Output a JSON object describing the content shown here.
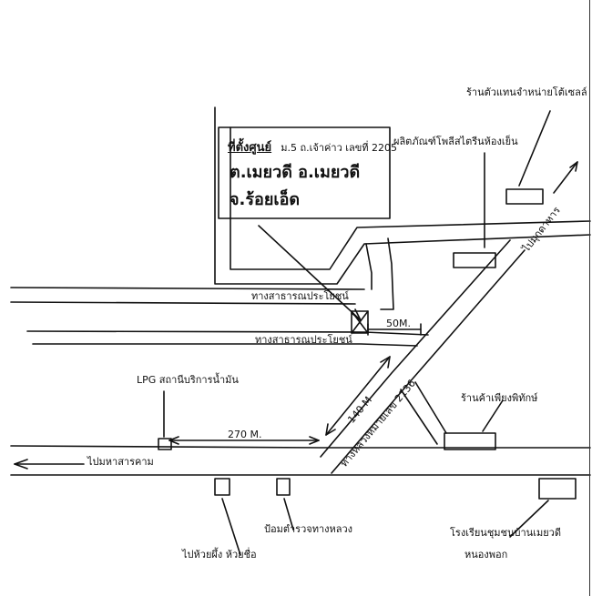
{
  "address_box": {
    "title": "ที่ตั้งศูนย์",
    "moo": "ม.5 ถ.เจ้าค่าว เลขที่ 2205",
    "line1": "ต.เมยวดี อ.เมยวดี",
    "line2": "จ.ร้อยเอ็ด"
  },
  "landmarks": {
    "dealer": "ร้านตัวแทนจำหน่ายโต้เซลล์",
    "factory": "ผลิตภัณฑ์โพลีสไตรีนห้องเย็น",
    "lpg": "LPG สถานีบริการน้ำมัน",
    "shop": "ร้านค้าเพียงพิทักษ์",
    "canal": "ไปห้วยผึ้ง ห้วยชื่อ",
    "school": "โรงเรียนชุมชนบ้านเมยวดี",
    "school2": "หนองพอก",
    "police": "ป้อมตำรวจทางหลวง"
  },
  "roads": {
    "upper_road": "ทางสาธารณประโยชน์",
    "lower_road": "ทางสาธารณประโยชน์",
    "highway": "ทางหลวงหมายเลข 2136",
    "to_north": "ไปมุกดาหาร",
    "to_west": "ไปมหาสารคาม"
  },
  "distances": {
    "d50": "50M.",
    "d140": "140 M",
    "d270": "270 M."
  }
}
